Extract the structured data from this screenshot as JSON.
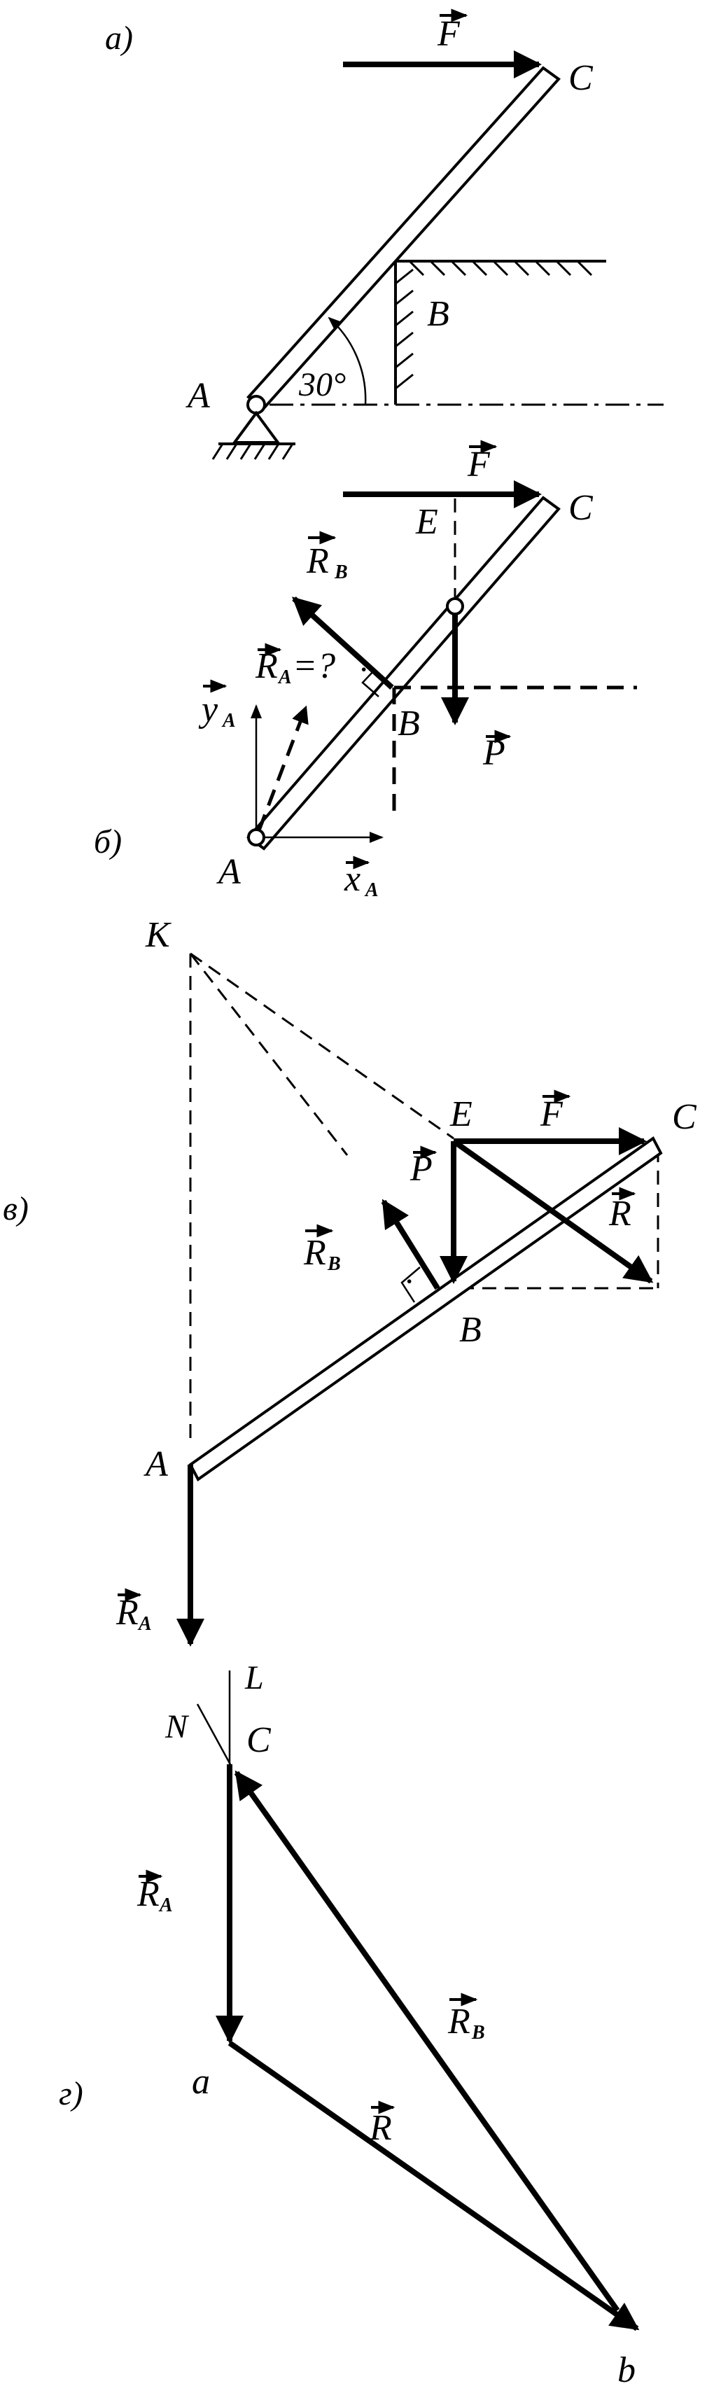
{
  "panels": {
    "a": "а)",
    "b": "б)",
    "v": "в)",
    "g": "г)"
  },
  "points": {
    "A": "A",
    "B": "B",
    "C": "C",
    "E": "E",
    "K": "K",
    "L": "L",
    "N": "N",
    "a": "a",
    "b": "b"
  },
  "forces": {
    "F": "F",
    "P": "P",
    "R": "R",
    "R_letter": "R",
    "sub_A": "A",
    "sub_B": "B",
    "RA_unknown_suffix": "=?",
    "x": "x",
    "y": "y"
  },
  "angle": "30°",
  "right_angle_mark": "·"
}
